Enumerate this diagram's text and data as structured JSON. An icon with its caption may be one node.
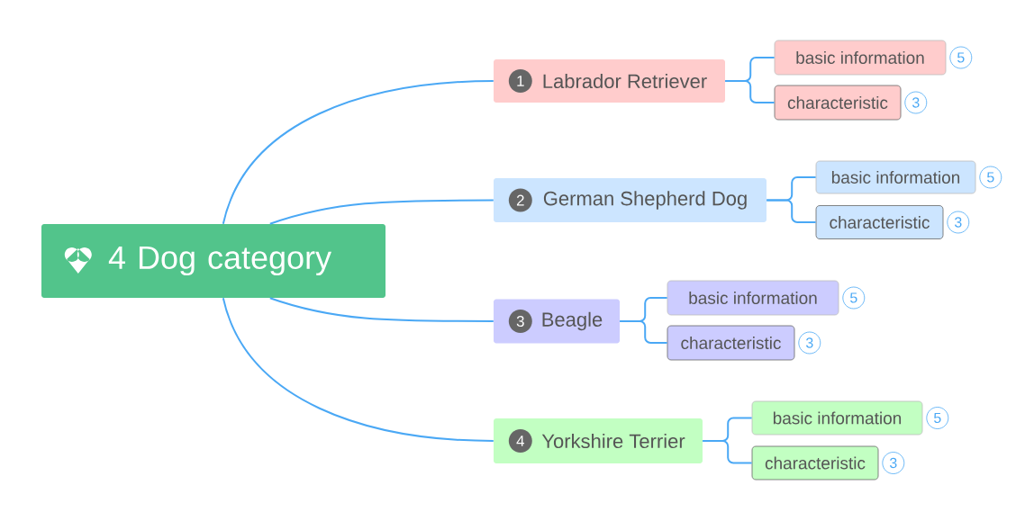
{
  "diagram": {
    "nodes": [
      {
        "text": [
          "4 Dog category"
        ]
      },
      {
        "text": [
          "1",
          "Labrador Retriever"
        ]
      },
      {
        "text": [
          "basic information"
        ],
        "beside": [
          "5"
        ]
      },
      {
        "text": [
          "characteristic"
        ],
        "beside": [
          "3"
        ]
      },
      {
        "text": [
          "2",
          "German Shepherd Dog"
        ]
      },
      {
        "text": [
          "basic information"
        ],
        "beside": [
          "5"
        ]
      },
      {
        "text": [
          "characteristic"
        ],
        "beside": [
          "3"
        ]
      },
      {
        "text": [
          "3",
          "Beagle"
        ]
      },
      {
        "text": [
          "basic information"
        ],
        "beside": [
          "5"
        ]
      },
      {
        "text": [
          "characteristic"
        ],
        "beside": [
          "3"
        ]
      },
      {
        "text": [
          "4",
          "Yorkshire Terrier"
        ]
      },
      {
        "text": [
          "basic information"
        ],
        "beside": [
          "5"
        ]
      },
      {
        "text": [
          "characteristic"
        ],
        "beside": [
          "3"
        ]
      }
    ],
    "edges": [
      {
        "from": 0,
        "to": 1,
        "arrow": "none"
      },
      {
        "from": 0,
        "to": 4,
        "arrow": "none"
      },
      {
        "from": 0,
        "to": 7,
        "arrow": "none"
      },
      {
        "from": 0,
        "to": 10,
        "arrow": "none"
      },
      {
        "from": 1,
        "to": 2,
        "arrow": "none"
      },
      {
        "from": 1,
        "to": 3,
        "arrow": "none"
      },
      {
        "from": 4,
        "to": 5,
        "arrow": "none"
      },
      {
        "from": 4,
        "to": 6,
        "arrow": "none"
      },
      {
        "from": 7,
        "to": 8,
        "arrow": "none"
      },
      {
        "from": 7,
        "to": 9,
        "arrow": "none"
      },
      {
        "from": 10,
        "to": 11,
        "arrow": "none"
      },
      {
        "from": 10,
        "to": 12,
        "arrow": "none"
      }
    ]
  }
}
